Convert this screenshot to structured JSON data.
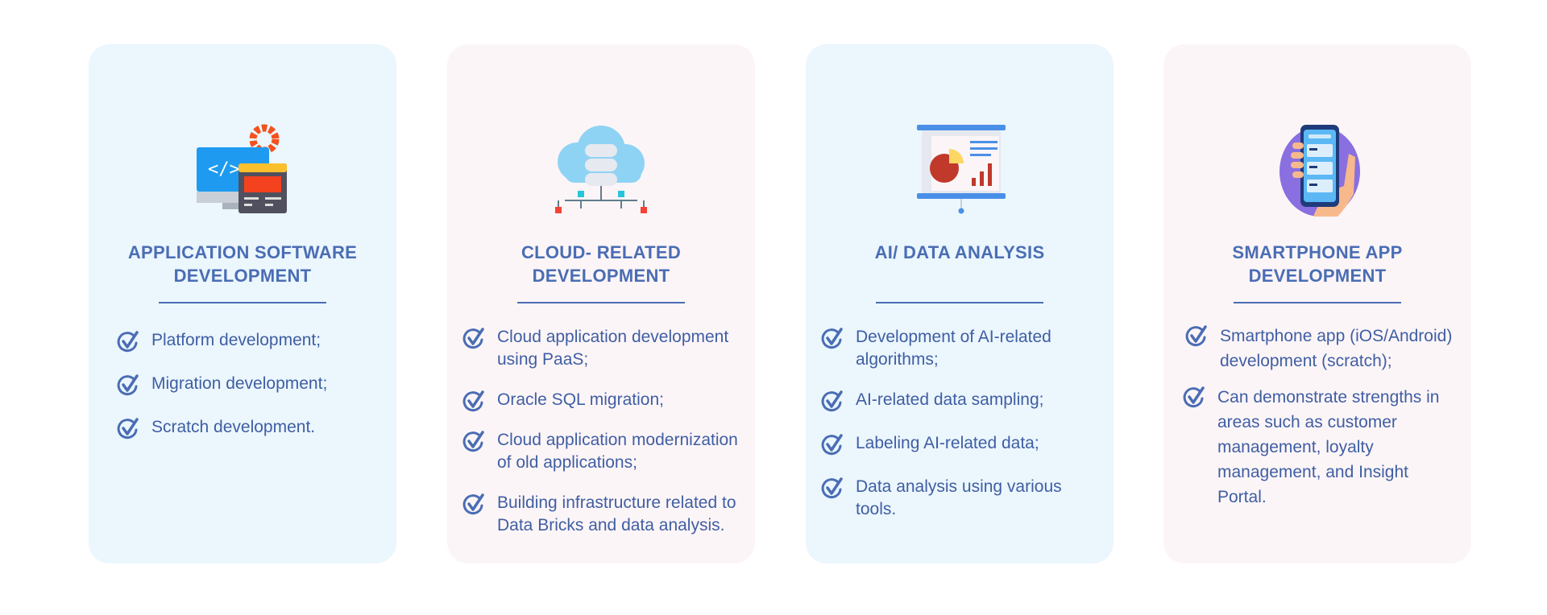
{
  "colors": {
    "card_blue": "#ebf6fd",
    "card_pink": "#fcf5f7",
    "text": "#3f5ea3",
    "accent": "#4a6db4"
  },
  "cards": [
    {
      "icon": "code-monitor-gear-icon",
      "title": "APPLICATION SOFTWARE DEVELOPMENT",
      "items": [
        "Platform development;",
        "Migration development;",
        "Scratch development."
      ]
    },
    {
      "icon": "cloud-database-icon",
      "title": "CLOUD- RELATED DEVELOPMENT",
      "items": [
        "Cloud application development using PaaS;",
        "Oracle SQL migration;",
        "Cloud application modernization of old applications;",
        "Building infrastructure related to Data Bricks and data analysis."
      ]
    },
    {
      "icon": "presentation-chart-icon",
      "title": "AI/ DATA ANALYSIS",
      "items": [
        "Development of AI-related algorithms;",
        "AI-related data sampling;",
        "Labeling AI-related data;",
        "Data analysis using various tools."
      ]
    },
    {
      "icon": "smartphone-hand-icon",
      "title": "SMARTPHONE APP DEVELOPMENT",
      "items": [
        "Smartphone app (iOS/Android) development (scratch);",
        "Can demonstrate strengths in areas such as customer management, loyalty management, and Insight Portal."
      ]
    }
  ]
}
